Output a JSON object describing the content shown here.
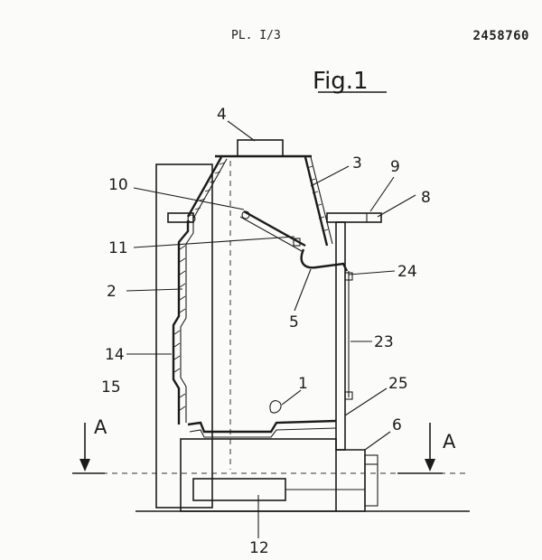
{
  "header": {
    "plate": "PL. I/3",
    "patent_number": "2458760"
  },
  "figure": {
    "title": "Fig.1",
    "labels": {
      "l1": "1",
      "l2": "2",
      "l3": "3",
      "l4": "4",
      "l5": "5",
      "l6": "6",
      "l8": "8",
      "l9": "9",
      "l10": "10",
      "l11": "11",
      "l12": "12",
      "l14": "14",
      "l15": "15",
      "l23": "23",
      "l24": "24",
      "l25": "25"
    },
    "section_marker": "A"
  }
}
